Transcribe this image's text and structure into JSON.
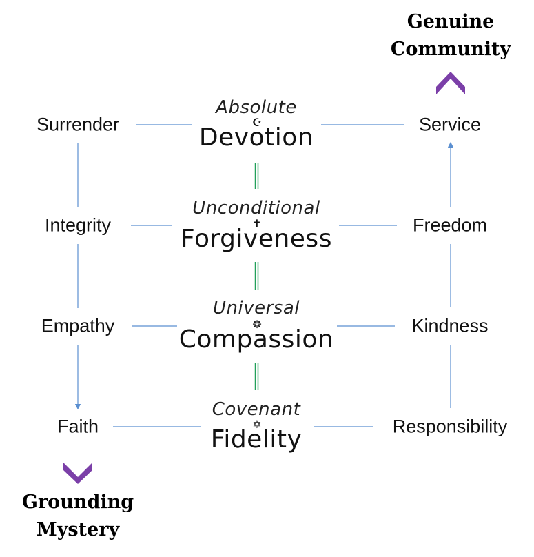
{
  "goals": {
    "top": [
      "Genuine",
      "Community"
    ],
    "bottom": [
      "Grounding",
      "Mystery"
    ]
  },
  "left_column": [
    "Surrender",
    "Integrity",
    "Empathy",
    "Faith"
  ],
  "right_column": [
    "Service",
    "Freedom",
    "Kindness",
    "Responsibility"
  ],
  "center": [
    {
      "qualifier": "Absolute",
      "virtue": "Devotion",
      "symbol": "☪"
    },
    {
      "qualifier": "Unconditional",
      "virtue": "Forgiveness",
      "symbol": "✝"
    },
    {
      "qualifier": "Universal",
      "virtue": "Compassion",
      "symbol": "☸"
    },
    {
      "qualifier": "Covenant",
      "virtue": "Fidelity",
      "symbol": "✡"
    }
  ],
  "colors": {
    "connector": "#5b8fd0",
    "double_line": "#22a05a",
    "chevron": "#7b3fa8",
    "text": "#111111"
  }
}
